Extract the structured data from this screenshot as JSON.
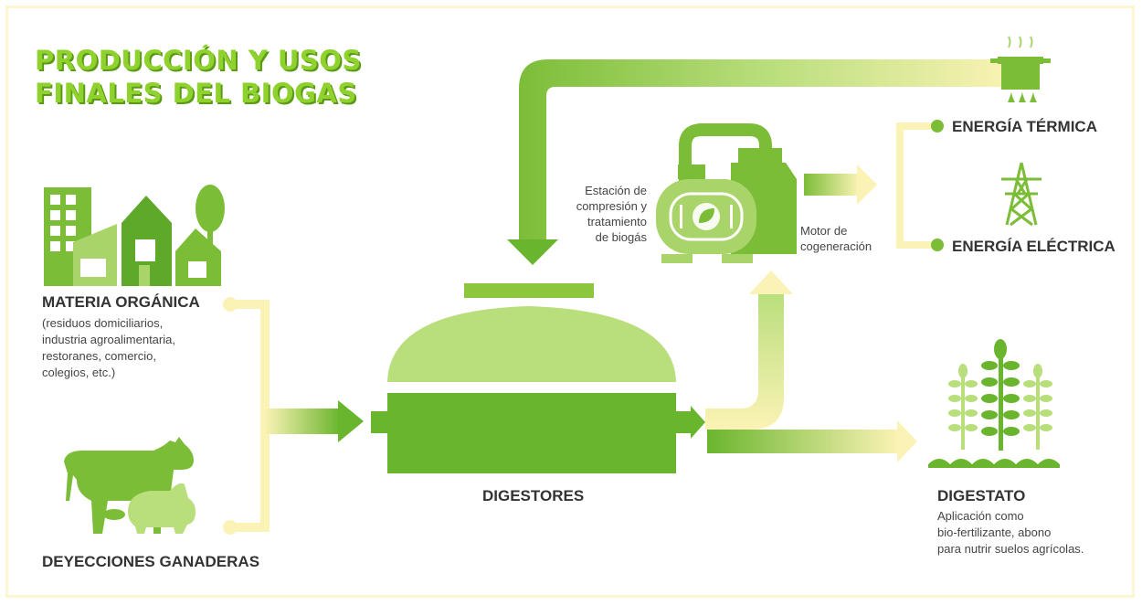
{
  "title": {
    "line1": "PRODUCCIÓN Y USOS",
    "line2": "FINALES DEL BIOGAS"
  },
  "inputs": {
    "organic": {
      "heading": "MATERIA ORGÁNICA",
      "detail_lines": [
        "(residuos domiciliarios,",
        "industria agroalimentaria,",
        "restoranes, comercio,",
        "colegios, etc.)"
      ]
    },
    "livestock": {
      "heading": "DEYECCIONES GANADERAS"
    }
  },
  "digester": {
    "label": "DIGESTORES"
  },
  "station": {
    "lines": [
      "Estación de",
      "compresión y",
      "tratamiento",
      "de biogás"
    ]
  },
  "motor": {
    "lines": [
      "Motor de",
      "cogeneración"
    ]
  },
  "outputs": {
    "thermal": "ENERGÍA TÉRMICA",
    "electric": "ENERGÍA ELÉCTRICA",
    "digestate": {
      "heading": "DIGESTATO",
      "detail_lines": [
        "Aplicación como",
        "bio-fertilizante, abono",
        "para nutrir suelos agrícolas."
      ]
    }
  },
  "colors": {
    "green_dark": "#6ab52e",
    "green_mid": "#8cc63f",
    "green_light": "#b9de7c",
    "cream": "#fbf3b5",
    "title_green": "#8fd22e"
  },
  "icons": [
    "buildings-icon",
    "cow-icon",
    "pig-icon",
    "digester-icon",
    "compression-tank-icon",
    "cooking-pot-icon",
    "power-tower-icon",
    "plants-icon"
  ]
}
